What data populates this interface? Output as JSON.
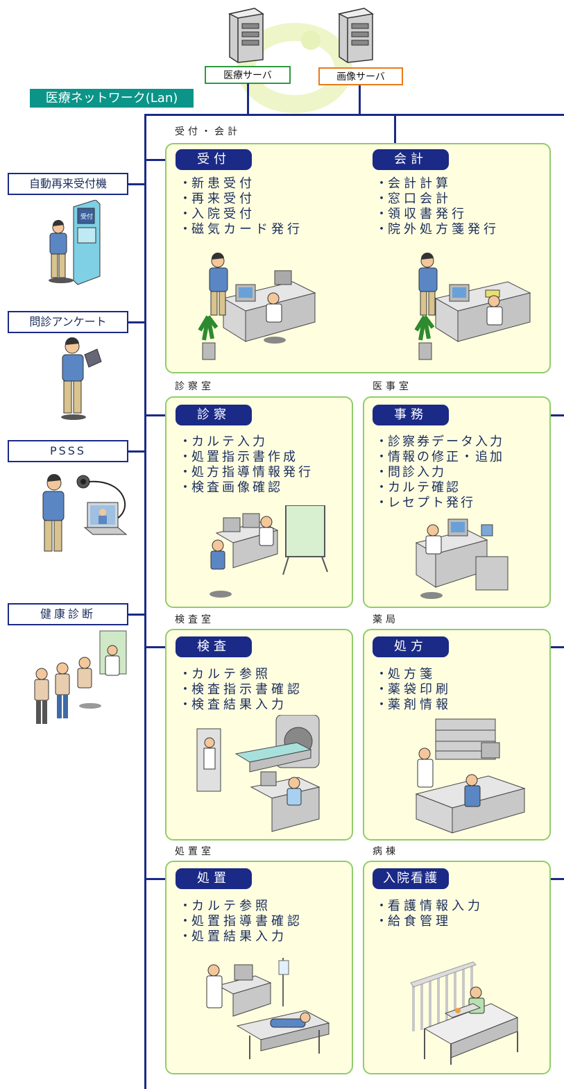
{
  "servers": {
    "medical": "医療サーバ",
    "image": "画像サーバ"
  },
  "network_label": "医療ネットワーク(Lan)",
  "left_devices": [
    {
      "label": "自動再来受付機"
    },
    {
      "label": "問診アンケート"
    },
    {
      "label": "PSSS"
    },
    {
      "label": "健康診断"
    }
  ],
  "kiosk_sign": "受付",
  "rooms": {
    "reception": "受付・会計",
    "exam": "診察室",
    "office": "医事室",
    "lab": "検査室",
    "pharmacy": "薬局",
    "treatment": "処置室",
    "ward": "病棟"
  },
  "panels": {
    "uketsuke": {
      "badge": "受付",
      "items": [
        "新患受付",
        "再来受付",
        "入院受付",
        "磁気カード発行"
      ]
    },
    "kaikei": {
      "badge": "会計",
      "items": [
        "会計計算",
        "窓口会計",
        "領収書発行",
        "院外処方箋発行"
      ]
    },
    "shinsatsu": {
      "badge": "診察",
      "items": [
        "カルテ入力",
        "処置指示書作成",
        "処方指導情報発行",
        "検査画像確認"
      ]
    },
    "jimu": {
      "badge": "事務",
      "items": [
        "診察券データ入力",
        "情報の修正・追加",
        "問診入力",
        "カルテ確認",
        "レセプト発行"
      ]
    },
    "kensa": {
      "badge": "検査",
      "items": [
        "カルテ参照",
        "検査指示書確認",
        "検査結果入力"
      ]
    },
    "shohou": {
      "badge": "処方",
      "items": [
        "処方箋",
        "薬袋印刷",
        "薬剤情報"
      ]
    },
    "shochi": {
      "badge": "処置",
      "items": [
        "カルテ参照",
        "処置指導書確認",
        "処置結果入力"
      ]
    },
    "nyuin": {
      "badge": "入院看護",
      "items": [
        "看護情報入力",
        "給食管理"
      ]
    }
  },
  "colors": {
    "network_line": "#1b2a86",
    "panel_fill": "#ffffe0",
    "panel_border": "#8fcc6a",
    "badge_fill": "#1b2a86",
    "network_label_bg": "#0b9488",
    "medical_server_border": "#2e9a3e",
    "image_server_border": "#e87a1a"
  }
}
